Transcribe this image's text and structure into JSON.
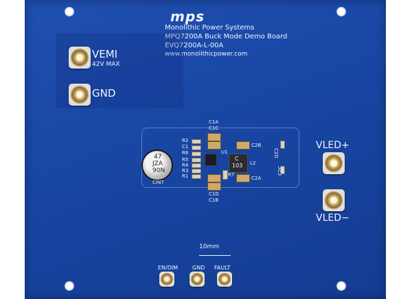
{
  "logo": "mps",
  "header": {
    "line1": "Monolithic Power Systems",
    "line2": "MPQ7200A Buck Mode Demo Board",
    "line3": "EVQ7200A-L-00A",
    "line4": "www.monolithicpower.com"
  },
  "input": {
    "vemi_label": "VEMI",
    "vemi_rating": "42V MAX",
    "gnd_label": "GND"
  },
  "output": {
    "vled_plus": "VLED+",
    "vled_minus": "VLED−"
  },
  "bottom": {
    "en_dim": "EN/DIM",
    "gnd": "GND",
    "fault": "FAULT",
    "scale": "10mm"
  },
  "designators": {
    "c1a": "C1A",
    "c1c": "C1C",
    "c1d": "C1D",
    "c1b": "C1B",
    "r2": "R2",
    "c1": "C1",
    "r6": "R6",
    "r5": "R5",
    "r4": "R4",
    "r3": "R3",
    "r1": "R1",
    "u1": "U1",
    "r7": "R7",
    "c2b": "C2B",
    "c2a": "C2A",
    "l2": "L2",
    "c2d": "C2D",
    "c2c": "C2C",
    "cin7": "CIN7"
  },
  "cap_marking": {
    "l1": "47",
    "l2": "JZA",
    "l3": "90N"
  },
  "inductor_marking": {
    "l1": "C",
    "l2": "103"
  }
}
